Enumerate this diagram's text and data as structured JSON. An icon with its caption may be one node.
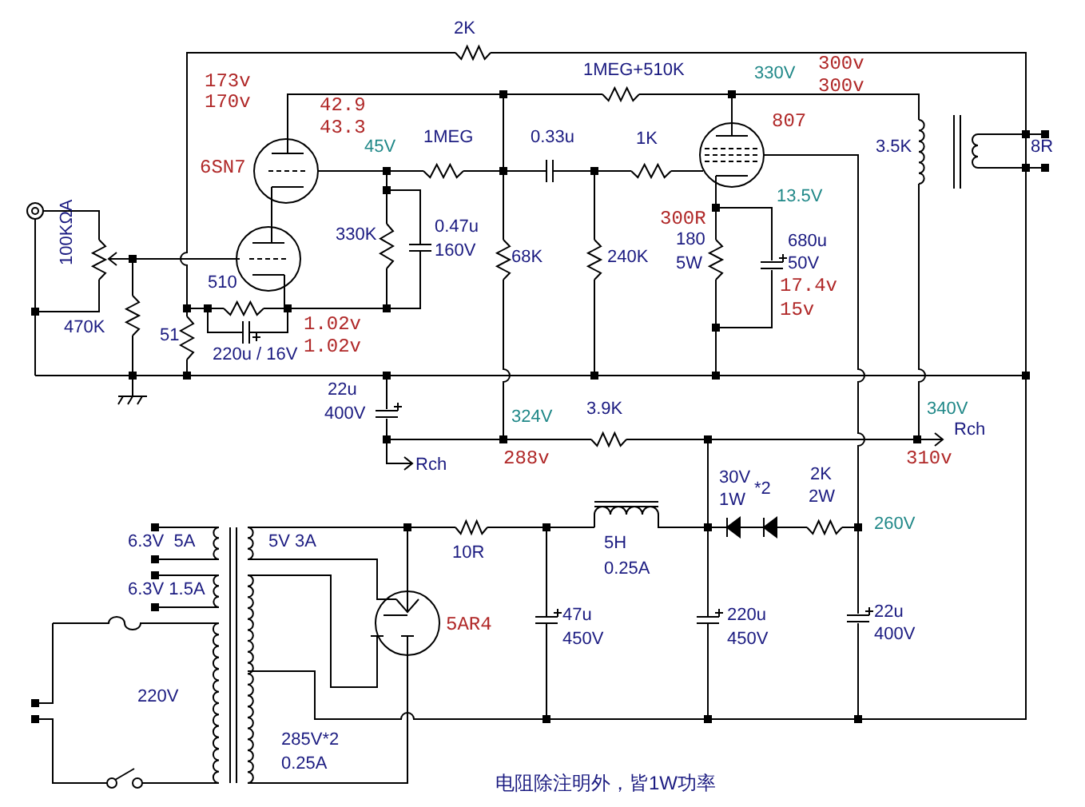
{
  "diagram": {
    "caption": "电阻除注明外，皆1W功率",
    "labels": [
      "2K",
      "173v",
      "170v",
      "42.9",
      "43.3",
      "1MEG+510K",
      "330V",
      "300v",
      "300v",
      "6SN7",
      "45V",
      "1MEG",
      "0.33u",
      "1K",
      "807",
      "3.5K",
      "8R",
      "100KΩA",
      "330K",
      "0.47u",
      "160V",
      "68K",
      "300R",
      "13.5V",
      "180",
      "5W",
      "240K",
      "680u",
      "50V",
      "17.4v",
      "15v",
      "510",
      "470K",
      "51",
      "1.02v",
      "1.02v",
      "220u / 16V",
      "22u",
      "400V",
      "324V",
      "3.9K",
      "340V",
      "Rch",
      "288v",
      "Rch",
      "310v",
      "30V",
      "1W",
      "*2",
      "2K",
      "2W",
      "6.3V  5A",
      "5V 3A",
      "10R",
      "5H",
      "260V",
      "0.25A",
      "6.3V 1.5A",
      "5AR4",
      "47u",
      "450V",
      "220u",
      "450V",
      "22u",
      "400V",
      "220V",
      "285V*2",
      "0.25A"
    ]
  }
}
